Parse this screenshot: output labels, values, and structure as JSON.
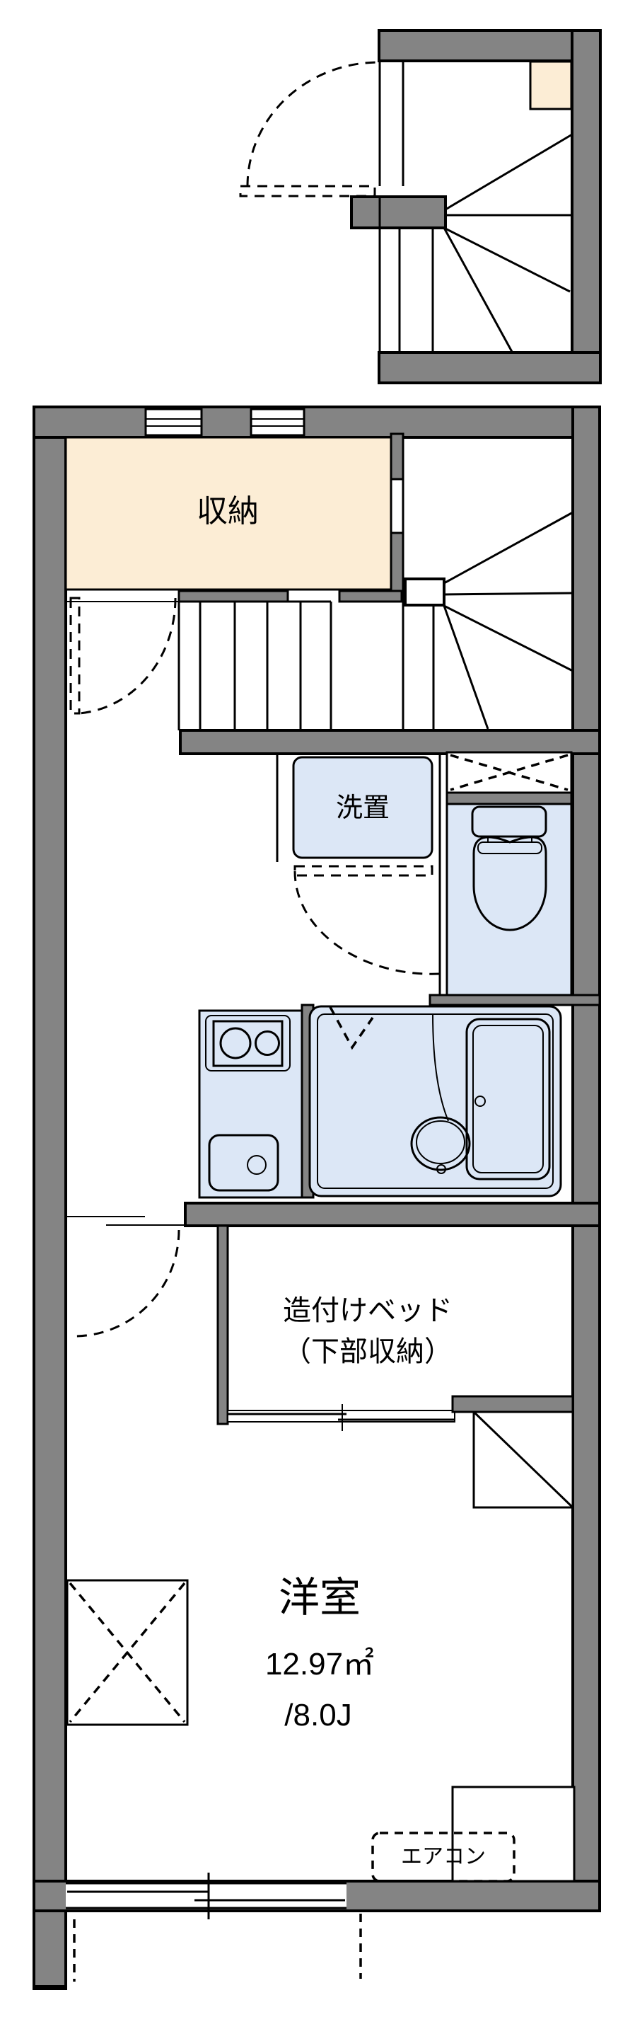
{
  "plan": {
    "rooms": {
      "storage": {
        "label": "収納"
      },
      "laundry": {
        "label": "洗置"
      },
      "built_in_bed": {
        "label_line1": "造付けベッド",
        "label_line2": "（下部収納）"
      },
      "western_room": {
        "label": "洋室",
        "area_sqm": "12.97㎡",
        "area_tatami": "/8.0J"
      },
      "aircon": {
        "label": "エアコン"
      }
    },
    "colors": {
      "wall_gray": "#848484",
      "storage_cream": "#fcedd5",
      "fixture_blue": "#dce7f6",
      "line_black": "#000000",
      "bg": "#ffffff"
    }
  }
}
